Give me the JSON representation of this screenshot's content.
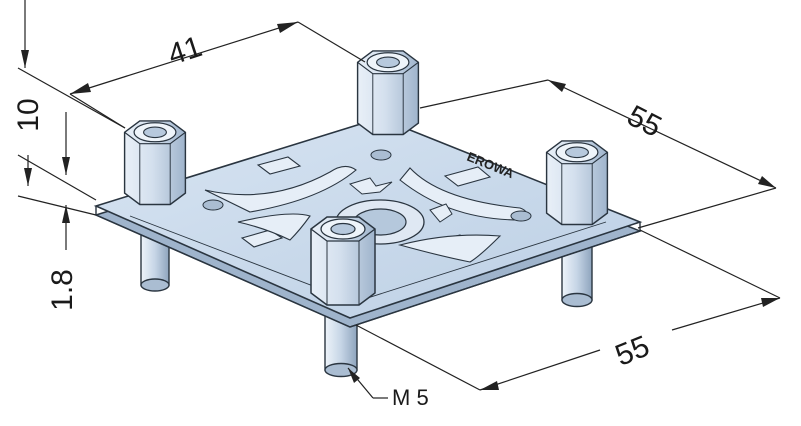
{
  "drawing": {
    "dimensions": {
      "width_top": "41",
      "height_spacer": "10",
      "plate_thickness": "1.8",
      "depth_right": "55",
      "width_bottom": "55"
    },
    "thread_callout": "M 5",
    "brand_mark": "EROWA",
    "colors": {
      "plate_fill": "#c9d9ec",
      "plate_shadow": "#9fb4cc",
      "metal_light": "#e9f0f8",
      "metal_mid": "#c3d2e3",
      "metal_dark": "#8fa6bf",
      "line": "#2a3540"
    }
  }
}
